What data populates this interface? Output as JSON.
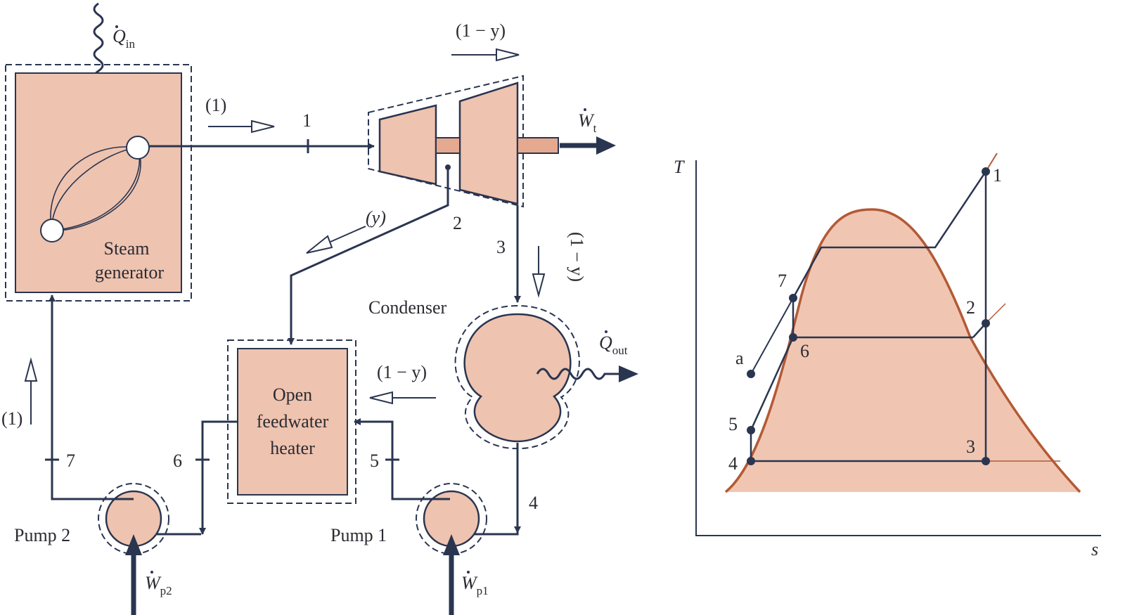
{
  "schematic": {
    "heat_in": {
      "main": "Q",
      "sub": "in"
    },
    "heat_out": {
      "main": "Q",
      "sub": "out"
    },
    "turbine_work": {
      "main": "W",
      "sub": "t"
    },
    "pump1_work": {
      "main": "W",
      "sub": "p1"
    },
    "pump2_work": {
      "main": "W",
      "sub": "p2"
    },
    "steam_generator": [
      "Steam",
      "generator"
    ],
    "condenser": "Condenser",
    "feedwater_heater": [
      "Open",
      "feedwater",
      "heater"
    ],
    "pump1": "Pump 1",
    "pump2": "Pump 2",
    "flow_unit_main": "(1)",
    "flow_unit_return": "(1)",
    "flow_extract": "(y)",
    "flow_turbine_remaining": "(1 − y)",
    "flow_condenser_down": "(1 − y)",
    "flow_to_heater": "(1 − y)",
    "states": {
      "s1": "1",
      "s2": "2",
      "s3": "3",
      "s4": "4",
      "s5": "5",
      "s6": "6",
      "s7": "7"
    }
  },
  "ts_diagram": {
    "axis_T": "T",
    "axis_s": "s",
    "points": {
      "p1": "1",
      "p2": "2",
      "p3": "3",
      "p4": "4",
      "p5": "5",
      "p6": "6",
      "p7": "7",
      "pa": "a"
    }
  },
  "colors": {
    "fill": "#eec3af",
    "dome": "#b35a35",
    "line": "#2a3550"
  }
}
